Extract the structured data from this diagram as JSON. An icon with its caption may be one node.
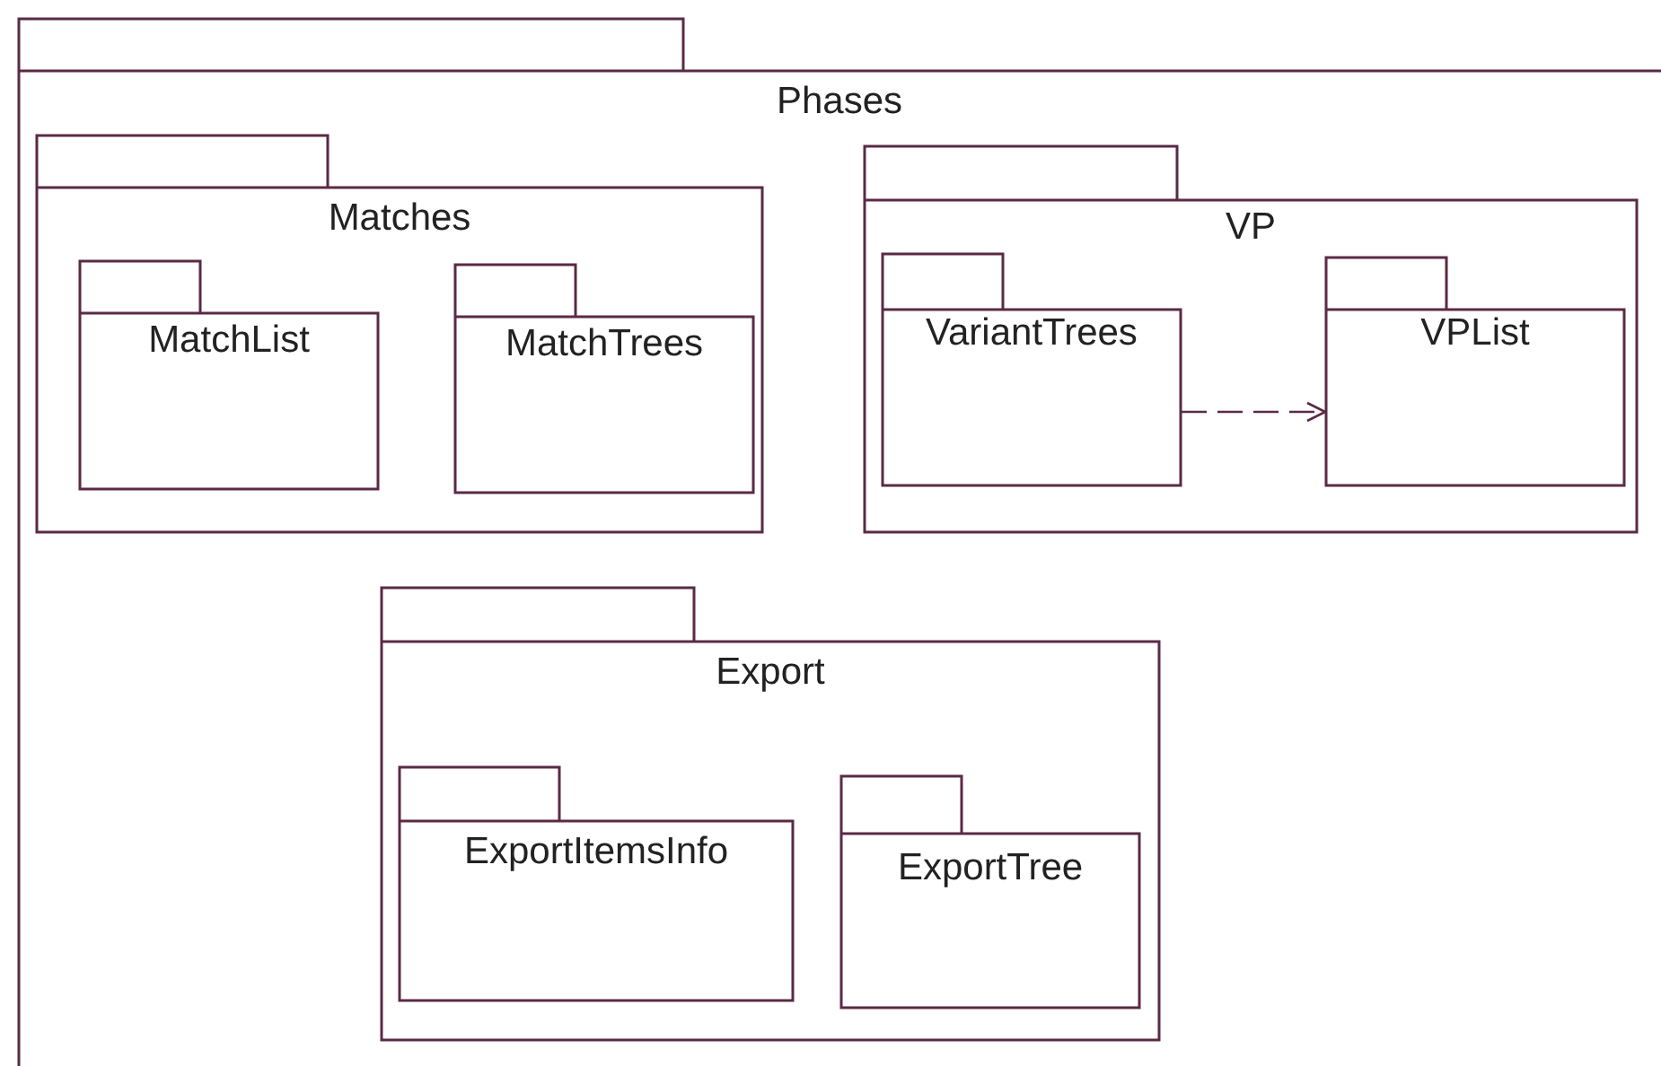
{
  "diagram": {
    "nodes": [
      {
        "text": [
          "Phases"
        ]
      },
      {
        "text": [
          "Matches"
        ],
        "in": 0
      },
      {
        "text": [
          "MatchList"
        ],
        "in": 1
      },
      {
        "text": [
          "MatchTrees"
        ],
        "in": 1
      },
      {
        "text": [
          "VP"
        ],
        "in": 0
      },
      {
        "text": [
          "VariantTrees"
        ],
        "in": 4
      },
      {
        "text": [
          "VPList"
        ],
        "in": 4
      },
      {
        "text": [
          "Export"
        ],
        "in": 0
      },
      {
        "text": [
          "ExportItemsInfo"
        ],
        "in": 7
      },
      {
        "text": [
          "ExportTree"
        ],
        "in": 7
      }
    ],
    "edges": [
      {
        "from": 5,
        "to": 6,
        "arrow": "to",
        "style": "dashed"
      }
    ]
  }
}
